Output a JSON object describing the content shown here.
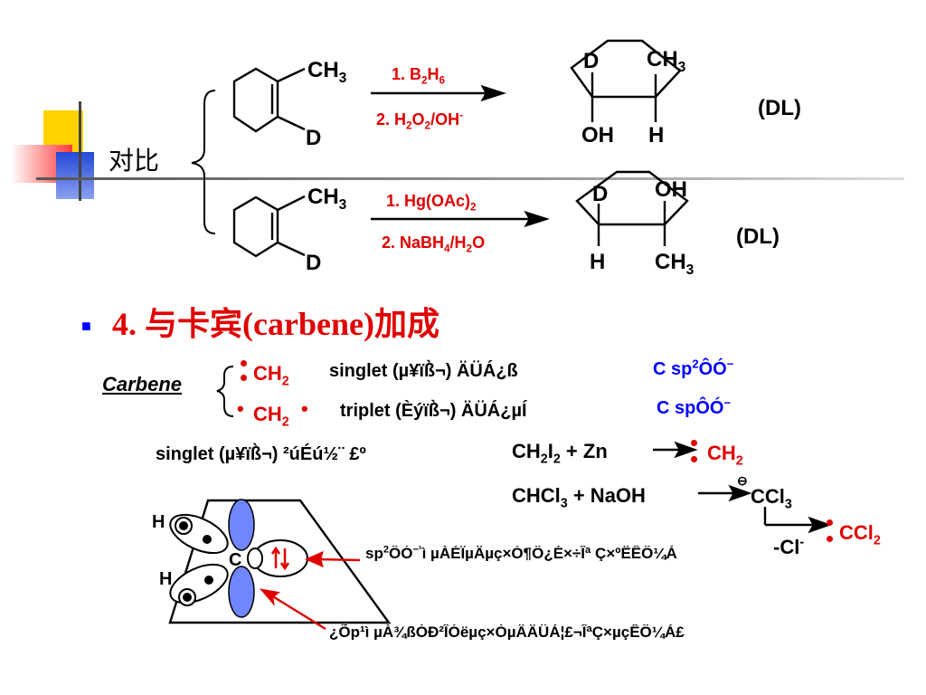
{
  "colors": {
    "red": "#e00000",
    "blue": "#0000ff",
    "yellow": "#ffd200",
    "deco_red": "#ff3a3a",
    "deco_blue": "#2448d8",
    "lobe_blue": "#6f86ff"
  },
  "comparison": {
    "label": "对比",
    "dl": "(DL)",
    "row1": {
      "reactant_ch3": "CH",
      "reactant_d": "D",
      "step1": "1. B",
      "step1_s1": "2",
      "step1_m": "H",
      "step1_s2": "6",
      "step2": "2. H",
      "step2_s1": "2",
      "step2_m": "O",
      "step2_s2": "2",
      "step2_t": "/OH",
      "step2_sup": "-",
      "product_d": "D",
      "product_ch3": "CH",
      "product_oh": "OH",
      "product_h": "H"
    },
    "row2": {
      "reactant_ch3": "CH",
      "reactant_d": "D",
      "step1": "1. Hg(OAc)",
      "step1_s": "2",
      "step2": "2. NaBH",
      "step2_s1": "4",
      "step2_m": "/H",
      "step2_s2": "2",
      "step2_t": "O",
      "product_d": "D",
      "product_oh": "OH",
      "product_h": "H",
      "product_ch3": "CH"
    },
    "sub3": "3"
  },
  "section": {
    "bullet": "■",
    "number": "4.",
    "title_cn": "与卡宾",
    "title_en": "(carbene)",
    "title_cn2": "加成"
  },
  "carbene": {
    "label": "Carbene",
    "dots": "•",
    "ch2": "CH",
    "sub2": "2",
    "singlet": "singlet  (µ¥ïß̀¬)  ÄÜÁ¿ß",
    "singlet_hyb_c": "C  sp",
    "singlet_hyb_sup": "2",
    "singlet_hyb_t": "ÔÓ",
    "singlet_hyb_sup2": "−",
    "triplet": "triplet  (Èýïß̀¬)  ÄÜÁ¿µÍ",
    "triplet_hyb": "C  spÔÓ",
    "triplet_hyb_sup": "−"
  },
  "generation": {
    "label": "singlet  (µ¥ïß̀¬)  ²úÉú½¨ £º",
    "eq1_a": "CH",
    "eq1_s1": "2",
    "eq1_b": "I",
    "eq1_s2": "2",
    "eq1_c": "  +  Zn",
    "eq1_prod": "CH",
    "eq1_prod_s": "2",
    "eq2_a": "CHCl",
    "eq2_s": "3",
    "eq2_b": "  +  NaOH",
    "eq2_prod": "CCl",
    "eq2_prod_s": "3",
    "minus_symbol": "⊖",
    "minus_cl": "-Cl",
    "minus_cl_sup": "-",
    "final": "CCl",
    "final_s": "2"
  },
  "orbital": {
    "h1": "H",
    "h2": "H",
    "c": "C",
    "note1_a": "sp",
    "note1_sup": "2",
    "note1_b": "ÔÓ",
    "note1_sup2": "−¹",
    "note1_c": "ì  µÀÉÏµÄµç×Ó¶Ô¿É×÷Îª Ç×ºËÊÔ¼Á",
    "note2": "¿Õp¹ì  µÀ¾ßÓÐ²ÎÓëµç×ÓµÄÄÜÁ¦£¬ÎªÇ×µçÊÔ¼Á£"
  }
}
